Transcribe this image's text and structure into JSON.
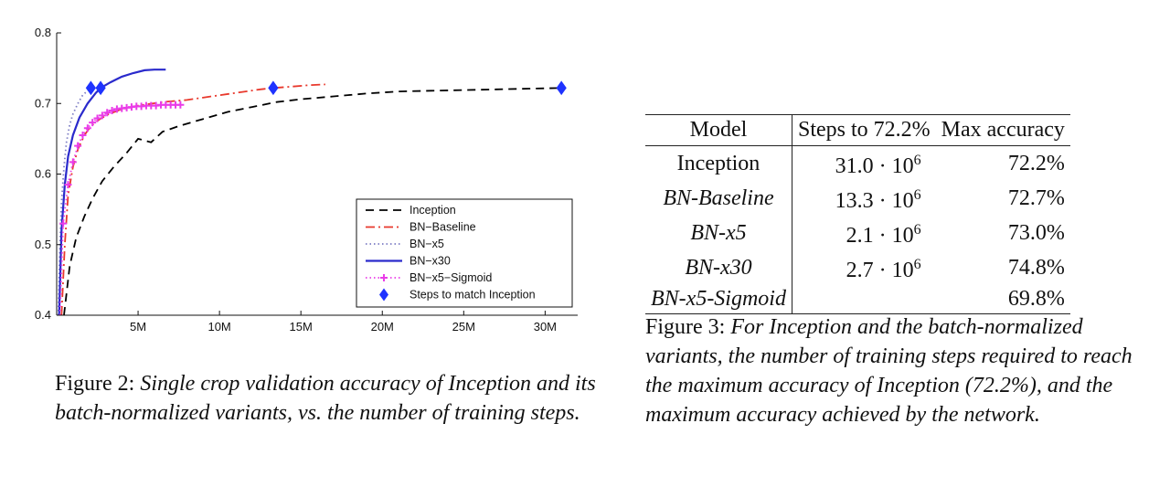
{
  "chart_data": {
    "type": "line",
    "title": "",
    "xlabel": "",
    "ylabel": "",
    "xlim": [
      0,
      32000000
    ],
    "ylim": [
      0.4,
      0.8
    ],
    "xticks": [
      5000000,
      10000000,
      15000000,
      20000000,
      25000000,
      30000000
    ],
    "xtick_labels": [
      "5M",
      "10M",
      "15M",
      "20M",
      "25M",
      "30M"
    ],
    "yticks": [
      0.4,
      0.5,
      0.6,
      0.7,
      0.8
    ],
    "ytick_labels": [
      "0.4",
      "0.5",
      "0.6",
      "0.7",
      "0.8"
    ],
    "grid": false,
    "legend_position": "bottom-right",
    "series": [
      {
        "name": "Inception",
        "color": "#000000",
        "style": "dashed",
        "x": [
          450000,
          800000,
          1200000,
          1700000,
          2200000,
          2800000,
          3500000,
          4300000,
          5000000,
          5800000,
          6500000,
          7500000,
          9000000,
          10500000,
          12000000,
          13500000,
          15000000,
          17000000,
          19000000,
          21000000,
          23000000,
          25000000,
          27000000,
          29000000,
          31000000
        ],
        "y": [
          0.4,
          0.47,
          0.51,
          0.54,
          0.565,
          0.59,
          0.61,
          0.63,
          0.65,
          0.645,
          0.66,
          0.668,
          0.678,
          0.688,
          0.695,
          0.702,
          0.706,
          0.71,
          0.714,
          0.717,
          0.718,
          0.719,
          0.72,
          0.721,
          0.722
        ]
      },
      {
        "name": "BN−Baseline",
        "color": "#e8382c",
        "style": "dashdot",
        "x": [
          300000,
          500000,
          700000,
          1000000,
          1300000,
          1700000,
          2100000,
          2600000,
          3200000,
          4000000,
          5000000,
          6500000,
          8000000,
          9500000,
          11000000,
          12500000,
          13300000,
          14500000,
          15500000,
          16500000
        ],
        "y": [
          0.4,
          0.5,
          0.57,
          0.61,
          0.635,
          0.655,
          0.668,
          0.677,
          0.685,
          0.692,
          0.697,
          0.702,
          0.705,
          0.71,
          0.715,
          0.72,
          0.722,
          0.724,
          0.726,
          0.727
        ]
      },
      {
        "name": "BN−x5",
        "color": "#7c7cc4",
        "style": "dotted",
        "x": [
          100000,
          200000,
          300000,
          450000,
          600000,
          800000,
          1000000,
          1300000,
          1600000,
          2100000
        ],
        "y": [
          0.4,
          0.5,
          0.56,
          0.61,
          0.645,
          0.67,
          0.685,
          0.7,
          0.712,
          0.722
        ]
      },
      {
        "name": "BN−x30",
        "color": "#2a2acc",
        "style": "solid",
        "x": [
          150000,
          300000,
          500000,
          700000,
          1000000,
          1400000,
          1900000,
          2400000,
          2700000,
          3300000,
          4000000,
          4700000,
          5400000,
          6000000,
          6700000
        ],
        "y": [
          0.4,
          0.52,
          0.585,
          0.625,
          0.655,
          0.68,
          0.7,
          0.715,
          0.722,
          0.73,
          0.738,
          0.743,
          0.747,
          0.748,
          0.748
        ]
      },
      {
        "name": "BN−x5−Sigmoid",
        "color": "#e93ce8",
        "style": "dotted-plus",
        "x": [
          200000,
          400000,
          700000,
          1000000,
          1300000,
          1600000,
          1900000,
          2200000,
          2500000,
          2800000,
          3100000,
          3400000,
          3700000,
          4000000,
          4300000,
          4600000,
          4900000,
          5200000,
          5500000,
          5800000,
          6100000,
          6400000,
          6700000,
          7000000,
          7300000,
          7600000
        ],
        "y": [
          0.4,
          0.53,
          0.585,
          0.617,
          0.64,
          0.655,
          0.665,
          0.673,
          0.679,
          0.683,
          0.687,
          0.69,
          0.692,
          0.693,
          0.694,
          0.695,
          0.696,
          0.696,
          0.697,
          0.697,
          0.697,
          0.698,
          0.698,
          0.698,
          0.698,
          0.698
        ]
      }
    ],
    "markers": {
      "name": "Steps to match Inception",
      "color": "#1f33ff",
      "shape": "diamond",
      "x": [
        2100000,
        2700000,
        13300000,
        31000000
      ],
      "y": [
        0.722,
        0.722,
        0.722,
        0.722
      ]
    }
  },
  "figure2": {
    "label": "Figure 2:",
    "text": "Single crop validation accuracy of Inception and its batch-normalized variants, vs.  the number of training steps."
  },
  "figure3": {
    "label": "Figure 3:",
    "text": "For Inception and the batch-normalized variants, the number of training steps required to reach the maximum accuracy of Inception (72.2%), and the maximum accuracy achieved by the network."
  },
  "table": {
    "headers": [
      "Model",
      "Steps to 72.2%",
      "Max accuracy"
    ],
    "rows": [
      {
        "model": "Inception",
        "model_italic": false,
        "mantissa": "31.0",
        "exponent": "6",
        "accuracy": "72.2%"
      },
      {
        "model": "BN-Baseline",
        "model_italic": true,
        "mantissa": "13.3",
        "exponent": "6",
        "accuracy": "72.7%"
      },
      {
        "model": "BN-x5",
        "model_italic": true,
        "mantissa": "2.1",
        "exponent": "6",
        "accuracy": "73.0%"
      },
      {
        "model": "BN-x30",
        "model_italic": true,
        "mantissa": "2.7",
        "exponent": "6",
        "accuracy": "74.8%"
      },
      {
        "model": "BN-x5-Sigmoid",
        "model_italic": true,
        "mantissa": "",
        "exponent": "",
        "accuracy": "69.8%"
      }
    ],
    "steps_multiplier": "· 10"
  }
}
